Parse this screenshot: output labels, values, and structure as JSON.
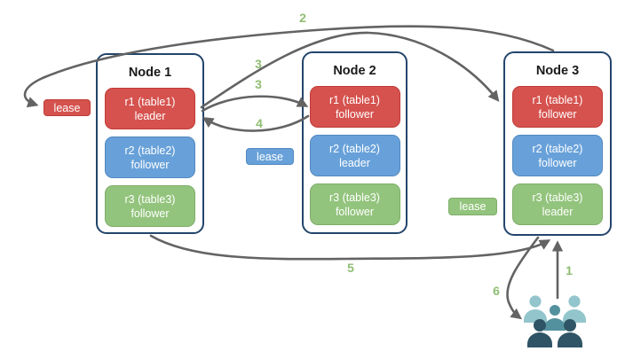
{
  "nodes": [
    {
      "title": "Node 1",
      "replicas": [
        {
          "label": "r1 (table1)",
          "role": "leader",
          "color": "red"
        },
        {
          "label": "r2 (table2)",
          "role": "follower",
          "color": "blue"
        },
        {
          "label": "r3 (table3)",
          "role": "follower",
          "color": "green"
        }
      ]
    },
    {
      "title": "Node 2",
      "replicas": [
        {
          "label": "r1 (table1)",
          "role": "follower",
          "color": "red"
        },
        {
          "label": "r2 (table2)",
          "role": "leader",
          "color": "blue"
        },
        {
          "label": "r3 (table3)",
          "role": "follower",
          "color": "green"
        }
      ]
    },
    {
      "title": "Node 3",
      "replicas": [
        {
          "label": "r1 (table1)",
          "role": "follower",
          "color": "red"
        },
        {
          "label": "r2 (table2)",
          "role": "follower",
          "color": "blue"
        },
        {
          "label": "r3 (table3)",
          "role": "leader",
          "color": "green"
        }
      ]
    }
  ],
  "leases": [
    {
      "label": "lease",
      "color": "red",
      "for": "r1"
    },
    {
      "label": "lease",
      "color": "blue",
      "for": "r2"
    },
    {
      "label": "lease",
      "color": "green",
      "for": "r3"
    }
  ],
  "arrows": [
    {
      "label": "1",
      "from": "users",
      "to": "node3-r3-leader"
    },
    {
      "label": "2",
      "from": "node3",
      "to": "r1-lease-badge"
    },
    {
      "label": "3",
      "from": "node1-r1-leader",
      "to": "node3-r1-follower"
    },
    {
      "label": "3",
      "from": "node1-r1-leader",
      "to": "node2-r1-follower"
    },
    {
      "label": "4",
      "from": "node2-r1-follower",
      "to": "node1-r1-leader"
    },
    {
      "label": "5",
      "from": "node1",
      "to": "node3"
    },
    {
      "label": "6",
      "from": "node3-r3-leader",
      "to": "users"
    }
  ],
  "icons": {
    "users": "users-group-icon"
  },
  "colors": {
    "red_fill": "#d5524e",
    "red_stroke": "#c13a36",
    "blue_fill": "#68a1d9",
    "blue_stroke": "#5288c1",
    "green_fill": "#93c47d",
    "green_stroke": "#7fae69",
    "node_stroke": "#23456b",
    "arrow": "#636363",
    "step_label": "#8fbe72",
    "users_light": "#93c5cc",
    "users_mid": "#54919e",
    "users_dark": "#2e5465"
  }
}
